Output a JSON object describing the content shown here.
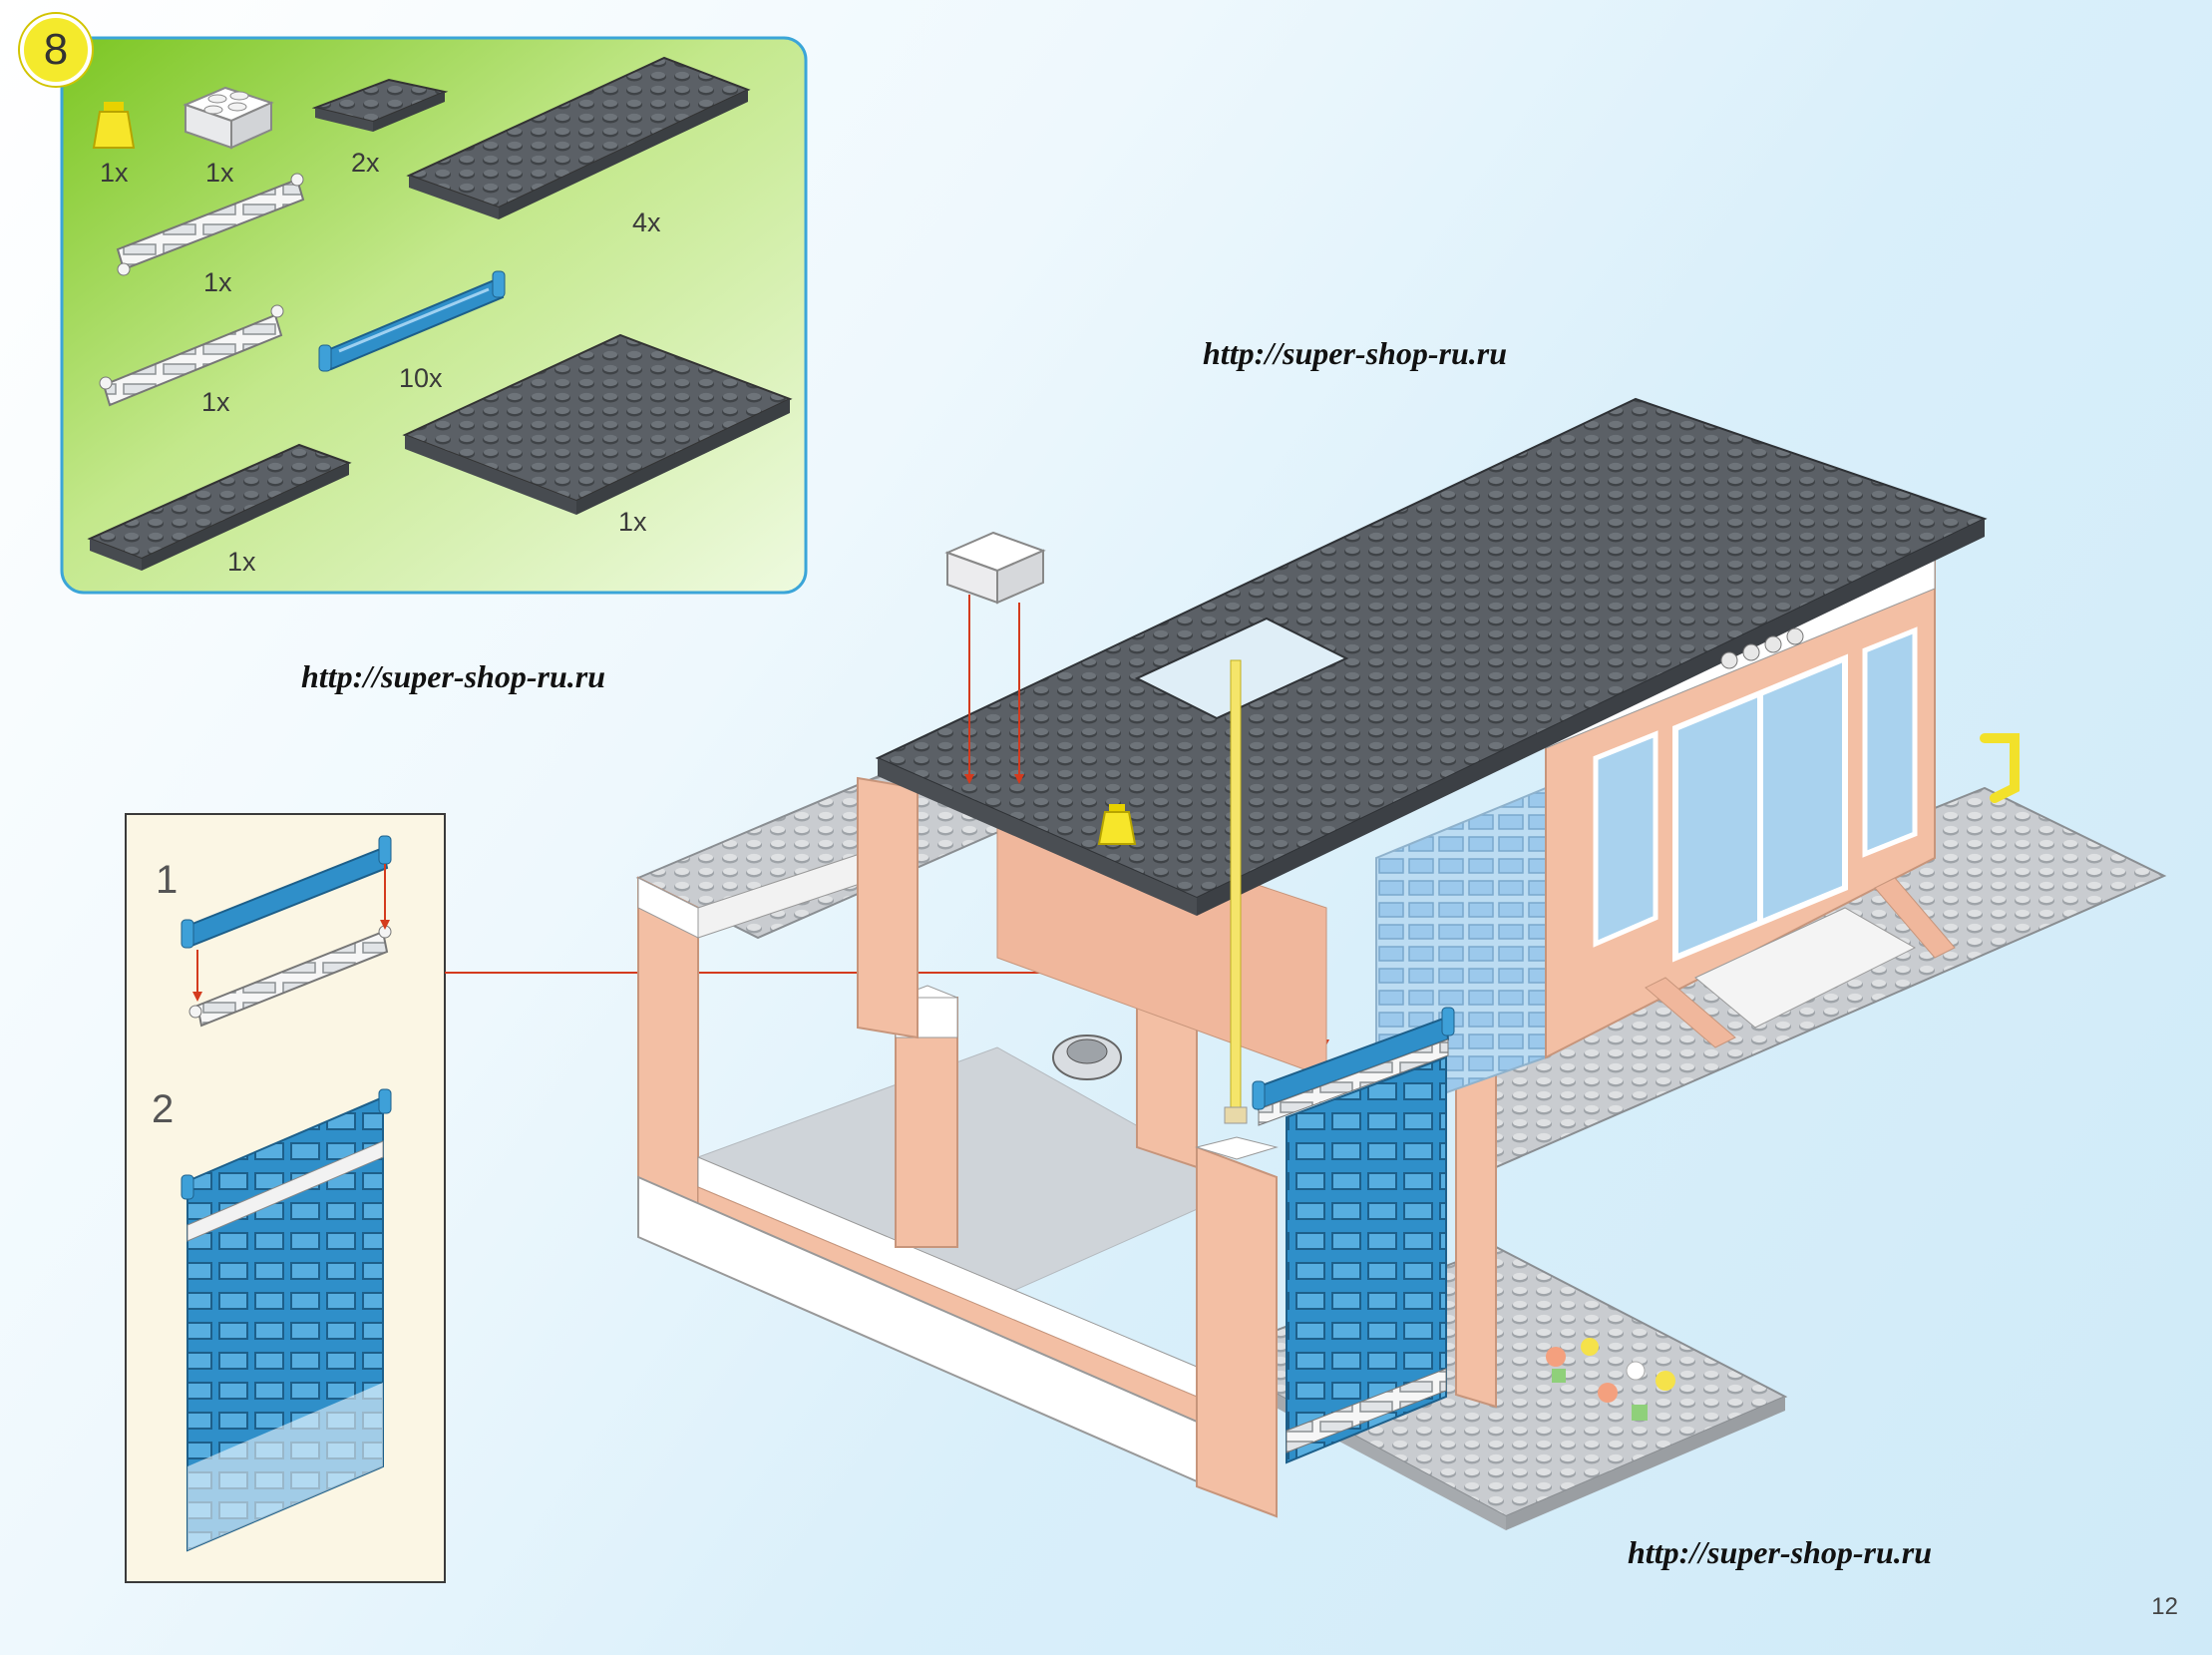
{
  "step": {
    "number": "8"
  },
  "parts": [
    {
      "name": "yellow-cone",
      "qty": "1x"
    },
    {
      "name": "white-2x2-brick",
      "qty": "1x"
    },
    {
      "name": "gray-plate-2x4",
      "qty": "2x"
    },
    {
      "name": "gray-plate-large",
      "qty": "4x"
    },
    {
      "name": "white-door-rail-a",
      "qty": "1x"
    },
    {
      "name": "white-door-rail-b",
      "qty": "1x"
    },
    {
      "name": "blue-door-panel",
      "qty": "10x"
    },
    {
      "name": "gray-plate-8x10",
      "qty": "1x"
    },
    {
      "name": "gray-plate-2x8",
      "qty": "1x"
    }
  ],
  "substeps": {
    "first": "1",
    "second": "2"
  },
  "watermarks": {
    "top": "http://super-shop-ru.ru",
    "left": "http://super-shop-ru.ru",
    "bottom": "http://super-shop-ru.ru"
  },
  "page_number": "12",
  "colors": {
    "parts_panel_green": "#8fd43a",
    "brick_salmon": "#f3bfa4",
    "roof_gray": "#55595e",
    "door_blue": "#2f8fc9",
    "arrow_red": "#d43b1e"
  }
}
